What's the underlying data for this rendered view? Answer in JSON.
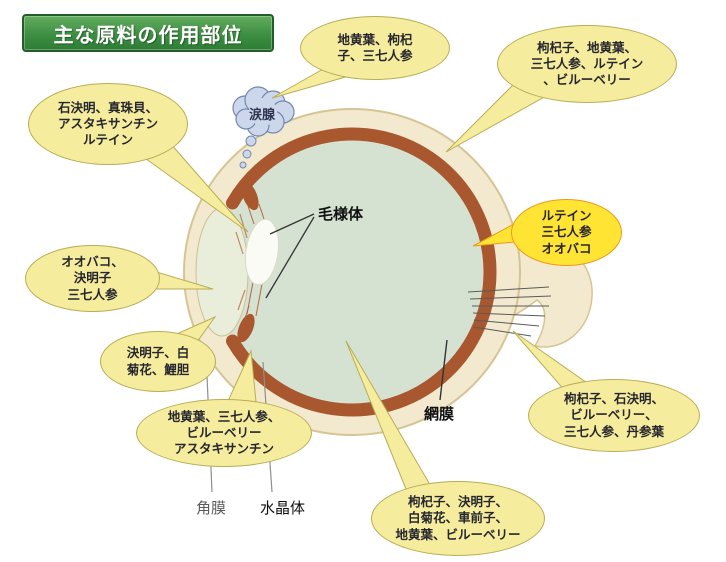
{
  "title": "主な原料の作用部位",
  "eye_labels": {
    "lacrimal_gland": "涙腺",
    "ciliary_body": "毛様体",
    "retina": "網膜",
    "cornea": "角膜",
    "lens": "水晶体"
  },
  "callouts": {
    "tear_gland": "地黄葉、枸杞\n子、三七人参",
    "upper_right": "枸杞子、地黄葉、\n三七人参、ルテイン\n、ビルーベリー",
    "upper_left": "石決明、真珠貝、\nアスタキサンチン\nルテイン",
    "mid_left": "オオバコ、\n決明子\n三七人参",
    "lower_left": "決明子、白\n菊花、鯉胆",
    "bottom_left": "地黄葉、三七人参、\nビルーベリー\nアスタキサンチン",
    "mid_right": "ルテイン\n三七人参\nオオバコ",
    "lower_right": "枸杞子、石決明、\nビルーベリー、\n三七人参、丹参葉",
    "bottom_center": "枸杞子、決明子、\n白菊花、車前子、\n地黄葉、ビルーベリー"
  },
  "colors": {
    "title_bg": "#3d8f43",
    "title_text": "#ffffff",
    "callout_fill": "#f5ec9d",
    "callout_border": "#b9ad56",
    "highlight_fill": "#ffe433",
    "highlight_border": "#e89c1e",
    "sclera": "#f2e9ce",
    "choroid_ring": "#a8572e",
    "vitreous": "#d5e2d2",
    "cloud": "#ccd7eb",
    "background": "#ffffff"
  }
}
